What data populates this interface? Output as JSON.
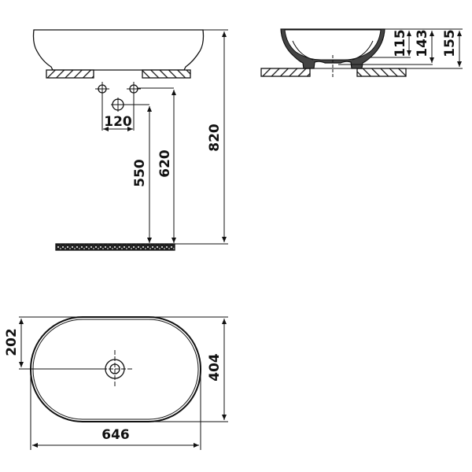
{
  "drawing": {
    "type": "technical dimension drawing — oval countertop washbasin",
    "units": "mm",
    "views": {
      "front_elevation": {
        "dimensions": {
          "tap_spacing": "120",
          "drain_height": "550",
          "tap_height": "620",
          "total_height": "820"
        }
      },
      "side_section": {
        "dimensions": {
          "bowl_depth": "115",
          "inner_height": "143",
          "basin_height": "155"
        }
      },
      "plan_view": {
        "dimensions": {
          "half_depth": "202",
          "depth": "404",
          "width": "646"
        }
      }
    }
  }
}
